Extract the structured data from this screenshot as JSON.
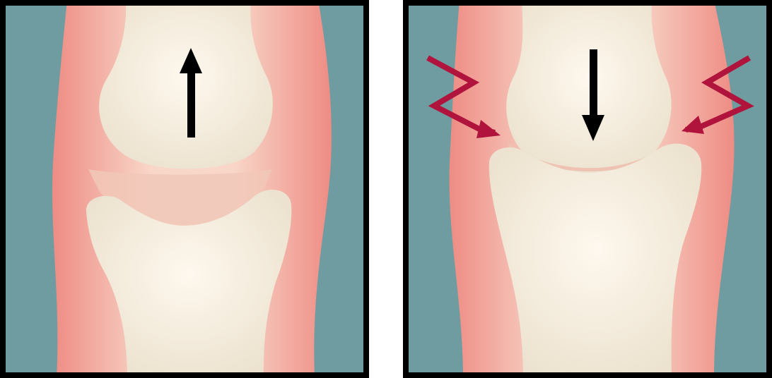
{
  "figure": {
    "panels": [
      {
        "id": "healthy-joint",
        "arrow_direction": "up",
        "joint_space": "wide",
        "pain_indicators": 0
      },
      {
        "id": "narrowed-joint",
        "arrow_direction": "down",
        "joint_space": "narrow",
        "pain_indicators": 2
      }
    ]
  },
  "colors": {
    "background": "#6f9ca0",
    "frame": "#000000",
    "tissue_edge": "#ee8c84",
    "tissue_center": "#f6d3c3",
    "cartilage": "#f1c8b8",
    "bone": "#fdf5e8",
    "bone_shade": "#ece2cf",
    "direction_arrow": "#000000",
    "pain_arrow": "#b0143c"
  }
}
